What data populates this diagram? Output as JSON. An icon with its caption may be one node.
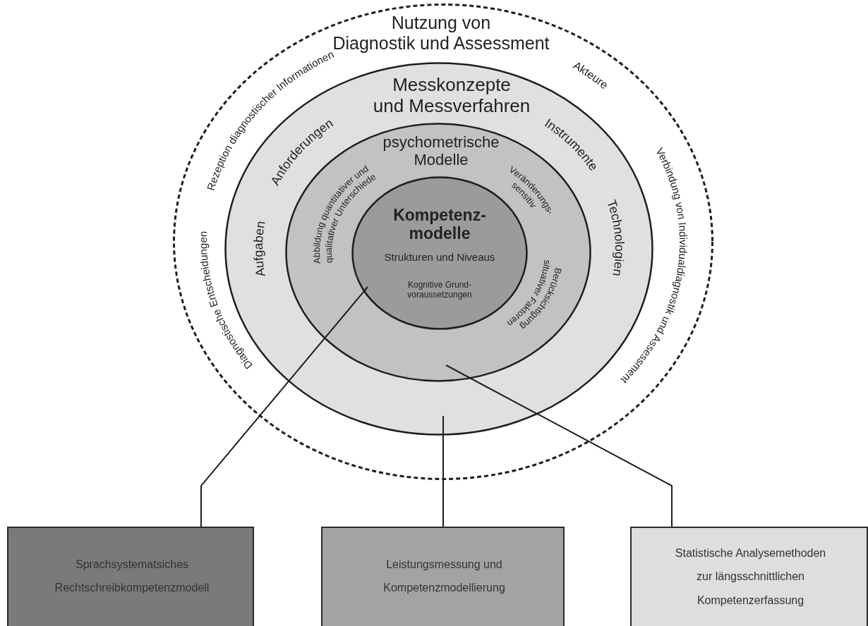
{
  "diagram": {
    "nodes": [
      {
        "text": [
          "Nutzung von Diagnostik und Assessment",
          "Akteure",
          "Verbindung von Individualdiagnostik und Assessment",
          "Rezeption diagnostischer Informationen",
          "Diagnostische Entscheidungen"
        ]
      },
      {
        "text": [
          "Messkonzepte und Messverfahren",
          "Anforderungen",
          "Aufgaben",
          "Instrumente",
          "Technologien"
        ],
        "in": 0
      },
      {
        "text": [
          "psychometrische Modelle",
          "Abbildung quantitativer und qualitativer Unterschiede",
          "Veränderungs- sensitiv",
          "Berücksichtigung situativer Faktoren"
        ],
        "in": 1
      },
      {
        "text": [
          "Kompetenz- modelle",
          "Strukturen und Niveaus",
          "Kognitive Grund- voraussetzungen"
        ],
        "in": 2
      },
      {
        "text": [
          "Sprachsystematsiches Rechtschreibkompetenzmodell"
        ]
      },
      {
        "text": [
          "Leistungsmessung und Kompetenzmodellierung"
        ]
      },
      {
        "text": [
          "Statistische Analysemethoden zur längsschnittlichen Kompetenzerfassung"
        ]
      }
    ],
    "edges": [
      {
        "from": 4,
        "to": 3,
        "arrow": "none"
      },
      {
        "from": 5,
        "to": 1,
        "arrow": "none"
      },
      {
        "from": 6,
        "to": 2,
        "arrow": "none"
      }
    ]
  }
}
